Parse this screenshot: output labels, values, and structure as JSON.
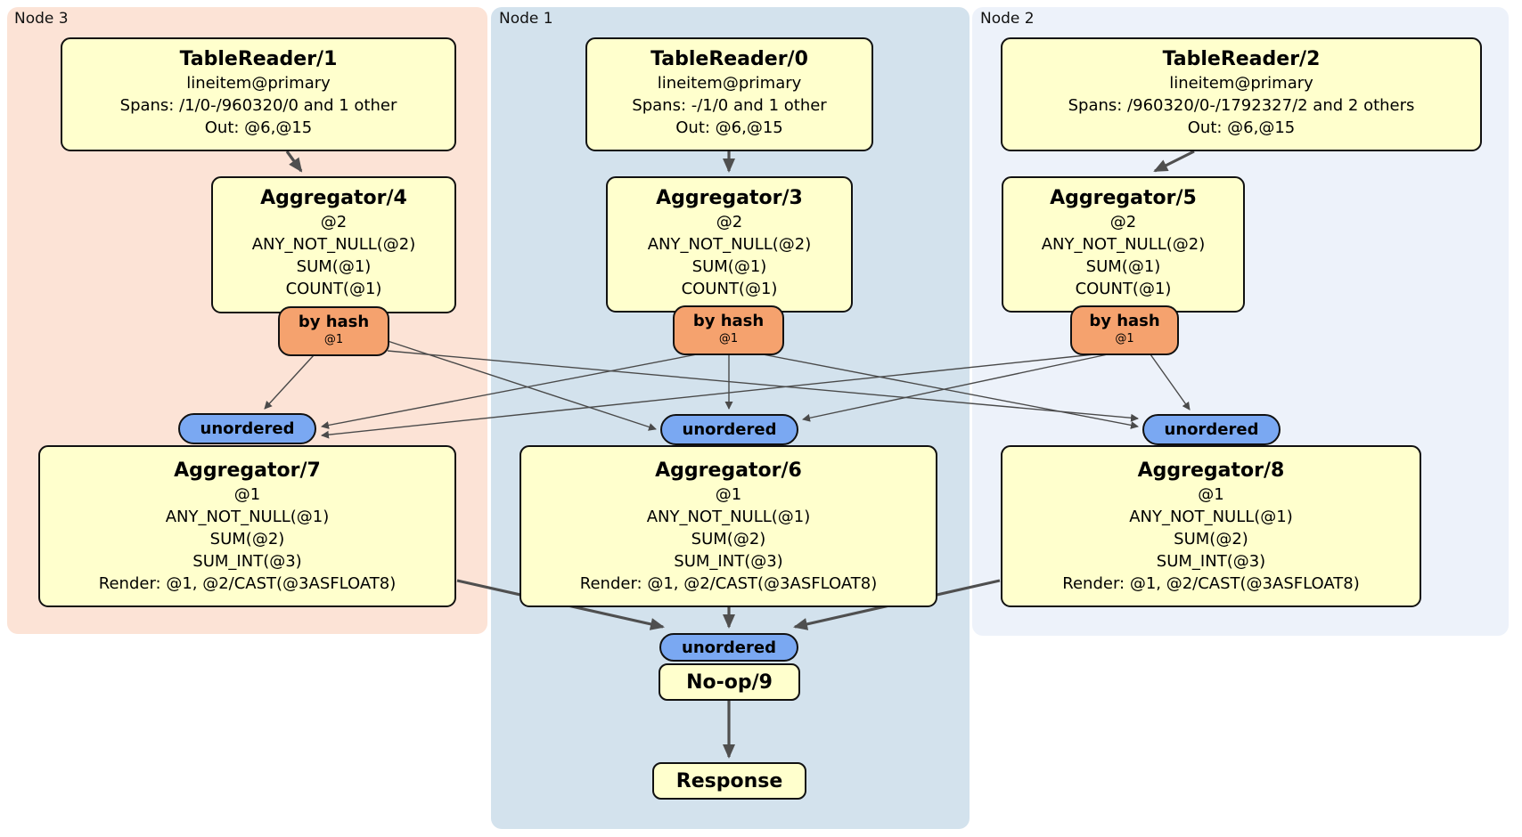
{
  "colors": {
    "node3_bg": "#fce3d6",
    "node1_bg": "#d3e2ed",
    "node2_bg": "#edf2fa",
    "processor_bg": "#ffffcd",
    "router_bg": "#f5a26e",
    "sync_bg": "#7aa8f2",
    "edge": "#4f4f4f"
  },
  "regions": [
    {
      "label": "Node 3"
    },
    {
      "label": "Node 1"
    },
    {
      "label": "Node 2"
    }
  ],
  "processors": {
    "tr1": {
      "title": "TableReader/1",
      "lines": [
        "lineitem@primary",
        "Spans: /1/0-/960320/0 and 1 other",
        "Out: @6,@15"
      ]
    },
    "tr0": {
      "title": "TableReader/0",
      "lines": [
        "lineitem@primary",
        "Spans: -/1/0 and 1 other",
        "Out: @6,@15"
      ]
    },
    "tr2": {
      "title": "TableReader/2",
      "lines": [
        "lineitem@primary",
        "Spans: /960320/0-/1792327/2 and 2 others",
        "Out: @6,@15"
      ]
    },
    "agg4": {
      "title": "Aggregator/4",
      "lines": [
        "@2",
        "ANY_NOT_NULL(@2)",
        "SUM(@1)",
        "COUNT(@1)"
      ]
    },
    "agg3": {
      "title": "Aggregator/3",
      "lines": [
        "@2",
        "ANY_NOT_NULL(@2)",
        "SUM(@1)",
        "COUNT(@1)"
      ]
    },
    "agg5": {
      "title": "Aggregator/5",
      "lines": [
        "@2",
        "ANY_NOT_NULL(@2)",
        "SUM(@1)",
        "COUNT(@1)"
      ]
    },
    "agg7": {
      "title": "Aggregator/7",
      "lines": [
        "@1",
        "ANY_NOT_NULL(@1)",
        "SUM(@2)",
        "SUM_INT(@3)",
        "Render: @1, @2/CAST(@3ASFLOAT8)"
      ]
    },
    "agg6": {
      "title": "Aggregator/6",
      "lines": [
        "@1",
        "ANY_NOT_NULL(@1)",
        "SUM(@2)",
        "SUM_INT(@3)",
        "Render: @1, @2/CAST(@3ASFLOAT8)"
      ]
    },
    "agg8": {
      "title": "Aggregator/8",
      "lines": [
        "@1",
        "ANY_NOT_NULL(@1)",
        "SUM(@2)",
        "SUM_INT(@3)",
        "Render: @1, @2/CAST(@3ASFLOAT8)"
      ]
    },
    "noop": {
      "title": "No-op/9"
    },
    "response": {
      "title": "Response"
    }
  },
  "router": {
    "label": "by hash",
    "sub": "@1"
  },
  "sync": {
    "label": "unordered"
  }
}
